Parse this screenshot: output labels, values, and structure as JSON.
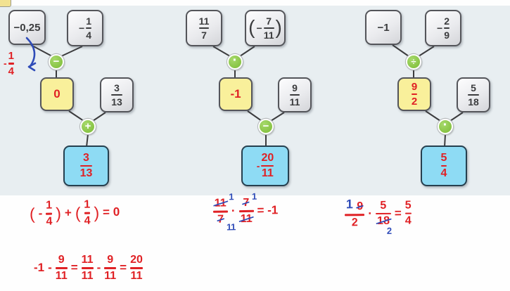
{
  "colors": {
    "tree_background": "#e8eef1",
    "page_background": "#fefefe",
    "gray_box_fill": "#eaebee",
    "yellow_box_fill": "#f9f09b",
    "blue_box_fill": "#8edbf4",
    "operator_green": "#7cbb35",
    "red_ink": "#e02125",
    "blue_pen": "#2f4cb8"
  },
  "trees": [
    {
      "top_left_value": "−0,25",
      "top_right_fraction": {
        "sign": "−",
        "num": "1",
        "den": "4"
      },
      "top_operator": "−",
      "mid_left_value": "0",
      "mid_right_fraction": {
        "num": "3",
        "den": "13"
      },
      "bottom_operator": "+",
      "result_fraction": {
        "num": "3",
        "den": "13"
      },
      "annotation_fraction": {
        "sign": "-",
        "num": "1",
        "den": "4"
      }
    },
    {
      "top_left_fraction": {
        "num": "11",
        "den": "7"
      },
      "top_right_fraction": {
        "open": "(",
        "sign": "−",
        "num": "7",
        "den": "11",
        "close": ")"
      },
      "top_operator": "·",
      "mid_left_value": "-1",
      "mid_right_fraction": {
        "num": "9",
        "den": "11"
      },
      "bottom_operator": "−",
      "result_fraction": {
        "sign": "-",
        "num": "20",
        "den": "11"
      }
    },
    {
      "top_left_value": "−1",
      "top_right_fraction": {
        "sign": "−",
        "num": "2",
        "den": "9"
      },
      "top_operator": "÷",
      "mid_left_fraction": {
        "num": "9",
        "den": "2"
      },
      "mid_right_fraction": {
        "num": "5",
        "den": "18"
      },
      "bottom_operator": "·",
      "result_fraction": {
        "num": "5",
        "den": "4"
      }
    }
  ],
  "equations": {
    "sum_zero": {
      "open1": "(",
      "neg1": "-",
      "f1": {
        "num": "1",
        "den": "4"
      },
      "close1": ")",
      "plus": "+",
      "open2": "(",
      "f2": {
        "num": "1",
        "den": "4"
      },
      "close2": ")",
      "result": "= 0"
    },
    "product_minus_one": {
      "f1": {
        "num": "11",
        "num_mark": "1",
        "den": "7",
        "den_mark": "1"
      },
      "dot": "·",
      "f2": {
        "num": "7",
        "num_mark": "1",
        "den": "11",
        "den_mark": "1"
      },
      "result": "= -1"
    },
    "product_five_fourths": {
      "f1": {
        "num_mark": "1",
        "num": "9",
        "den": "2"
      },
      "dot": "·",
      "f2": {
        "num": "5",
        "den": "18",
        "den_mark": "2"
      },
      "equals": "=",
      "f3": {
        "num": "5",
        "den": "4"
      }
    },
    "difference": {
      "term1": "-1",
      "minus1": "-",
      "f1": {
        "num": "9",
        "den": "11"
      },
      "equals1": "=",
      "f2": {
        "num": "11",
        "den": "11"
      },
      "minus2": "-",
      "f3": {
        "num": "9",
        "den": "11"
      },
      "equals2": "=",
      "f4": {
        "num": "20",
        "den": "11"
      }
    }
  }
}
